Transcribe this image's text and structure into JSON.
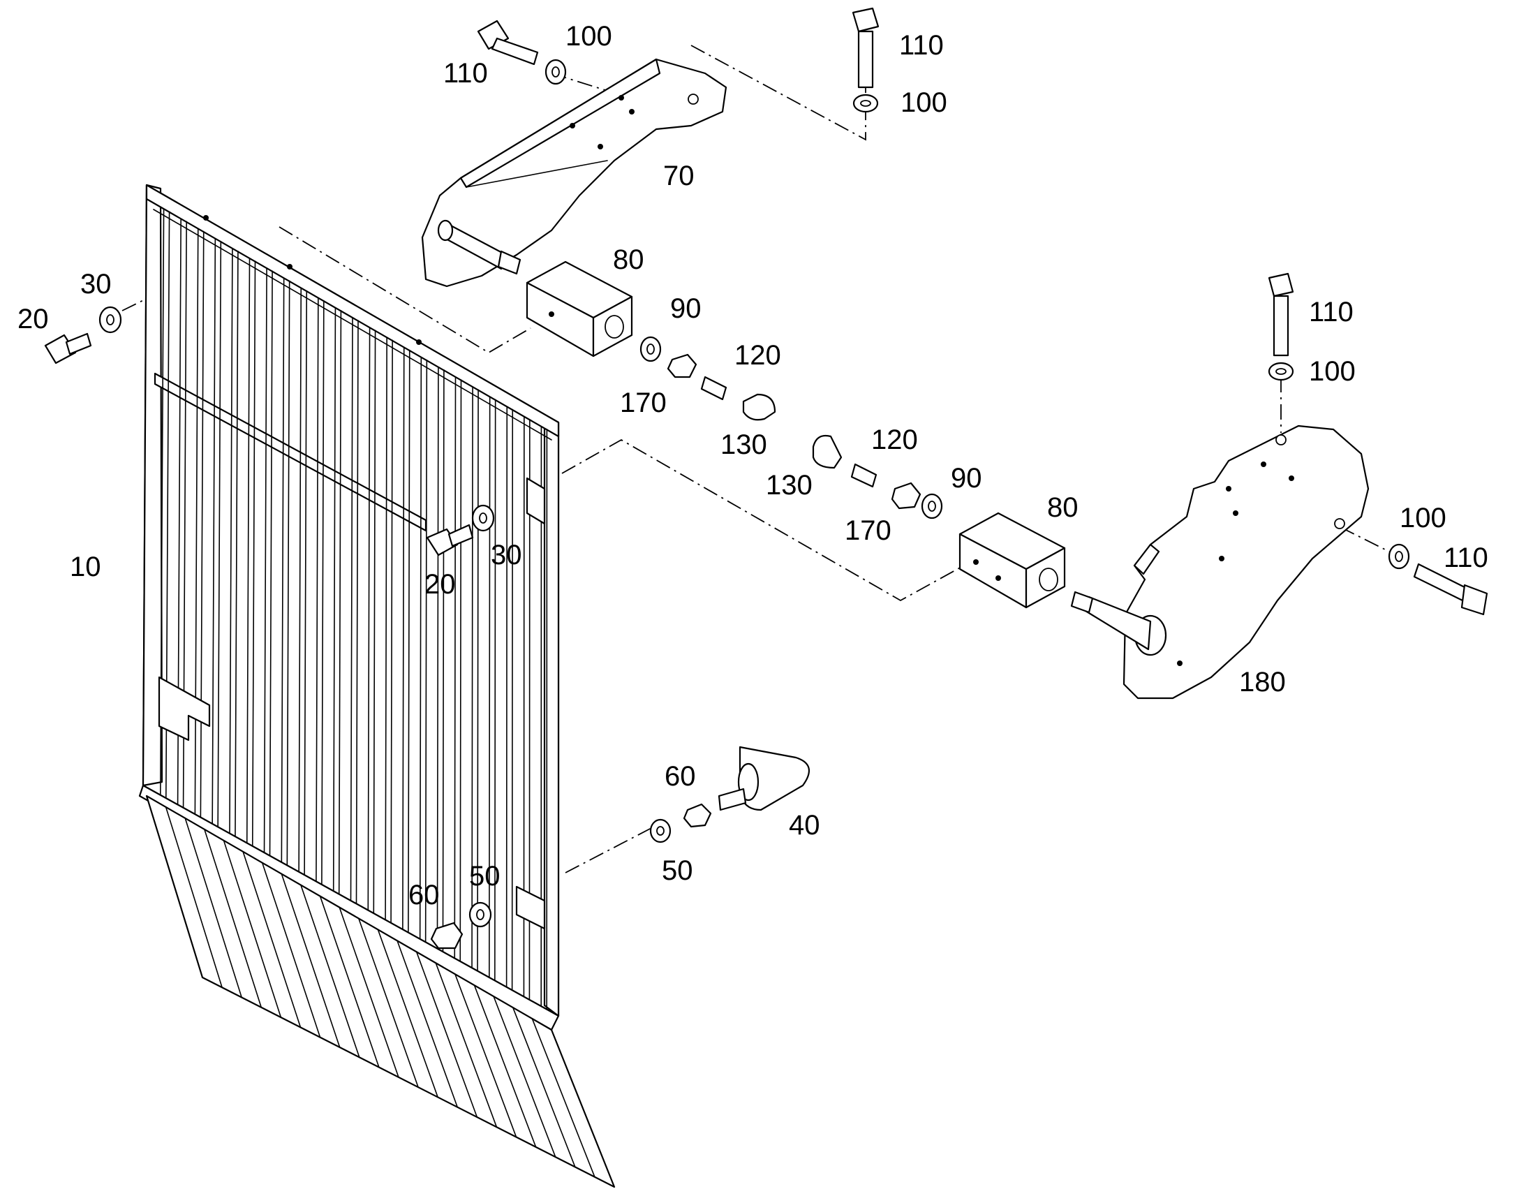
{
  "callouts": {
    "c10": "10",
    "c20a": "20",
    "c30a": "30",
    "c20b": "20",
    "c30b": "30",
    "c40": "40",
    "c50a": "50",
    "c60a": "60",
    "c50b": "50",
    "c60b": "60",
    "c70": "70",
    "c80a": "80",
    "c90a": "90",
    "c100a": "100",
    "c100b": "100",
    "c110a": "110",
    "c110b": "110",
    "c120a": "120",
    "c130a": "130",
    "c170a": "170",
    "c80b": "80",
    "c90b": "90",
    "c100c": "100",
    "c100d": "100",
    "c110c": "110",
    "c110d": "110",
    "c120b": "120",
    "c130b": "130",
    "c170b": "170",
    "c180": "180"
  },
  "colors": {
    "line": "#000000",
    "background": "#ffffff"
  }
}
